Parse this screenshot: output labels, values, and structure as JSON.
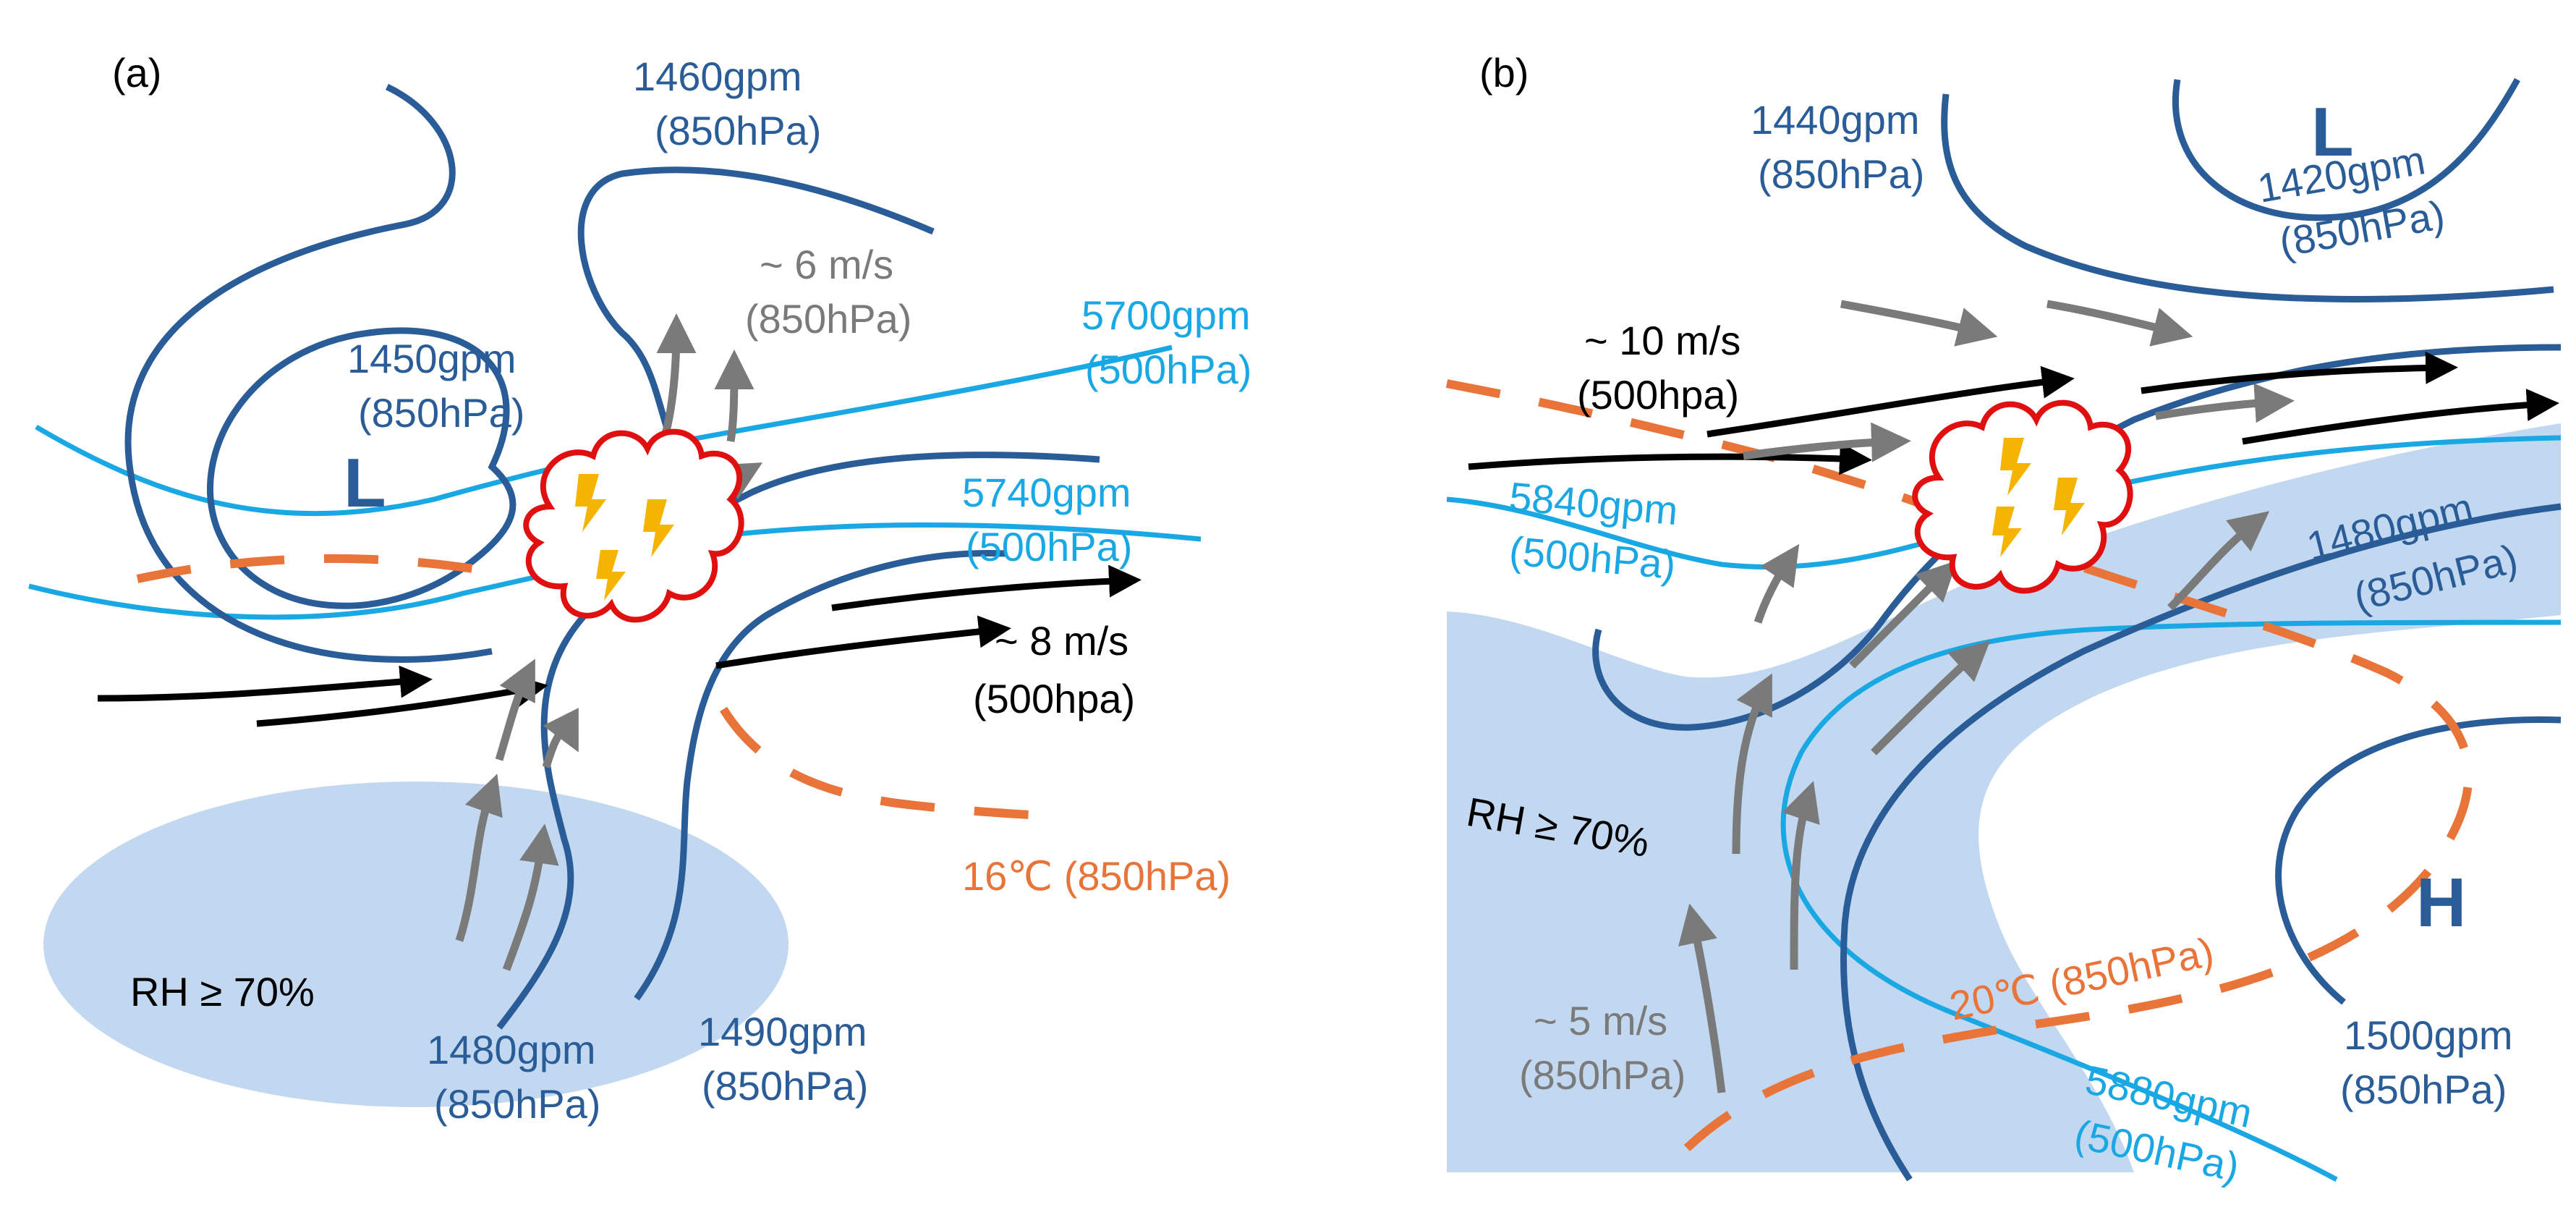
{
  "colors": {
    "dark_blue": "#2a5c98",
    "light_blue": "#1aa8e4",
    "orange": "#e8743a",
    "gray": "#7a7a7a",
    "black": "#000000",
    "rh_fill": "#c2d8f0",
    "storm_outline": "#e01010",
    "lightning": "#f4b400"
  },
  "panel_a": {
    "tag": "(a)",
    "low_symbol": "L",
    "contours": {
      "c1460": {
        "value": "1460gpm",
        "level": "(850hPa)"
      },
      "c1450": {
        "value": "1450gpm",
        "level": "(850hPa)"
      },
      "c1480": {
        "value": "1480gpm",
        "level": "(850hPa)"
      },
      "c1490": {
        "value": "1490gpm",
        "level": "(850hPa)"
      },
      "c5700": {
        "value": "5700gpm",
        "level": "(500hPa)"
      },
      "c5740": {
        "value": "5740gpm",
        "level": "(500hPa)"
      }
    },
    "winds": {
      "low": {
        "speed": "~ 6 m/s",
        "level": "(850hPa)"
      },
      "high": {
        "speed": "~ 8 m/s",
        "level": "(500hpa)"
      }
    },
    "isotherm": "16℃ (850hPa)",
    "rh": "RH ≥ 70%"
  },
  "panel_b": {
    "tag": "(b)",
    "low_symbol": "L",
    "high_symbol": "H",
    "contours": {
      "c1440": {
        "value": "1440gpm",
        "level": "(850hPa)"
      },
      "c1420": {
        "value": "1420gpm",
        "level": "(850hPa)"
      },
      "c1480": {
        "value": "1480gpm",
        "level": "(850hPa)"
      },
      "c1500": {
        "value": "1500gpm",
        "level": "(850hPa)"
      },
      "c5840": {
        "value": "5840gpm",
        "level": "(500hPa)"
      },
      "c5880": {
        "value": "5880gpm",
        "level": "(500hPa)"
      }
    },
    "winds": {
      "high": {
        "speed": "~ 10 m/s",
        "level": "(500hpa)"
      },
      "low": {
        "speed": "~ 5 m/s",
        "level": "(850hPa)"
      }
    },
    "isotherm": "20℃ (850hPa)",
    "rh": "RH ≥ 70%"
  }
}
